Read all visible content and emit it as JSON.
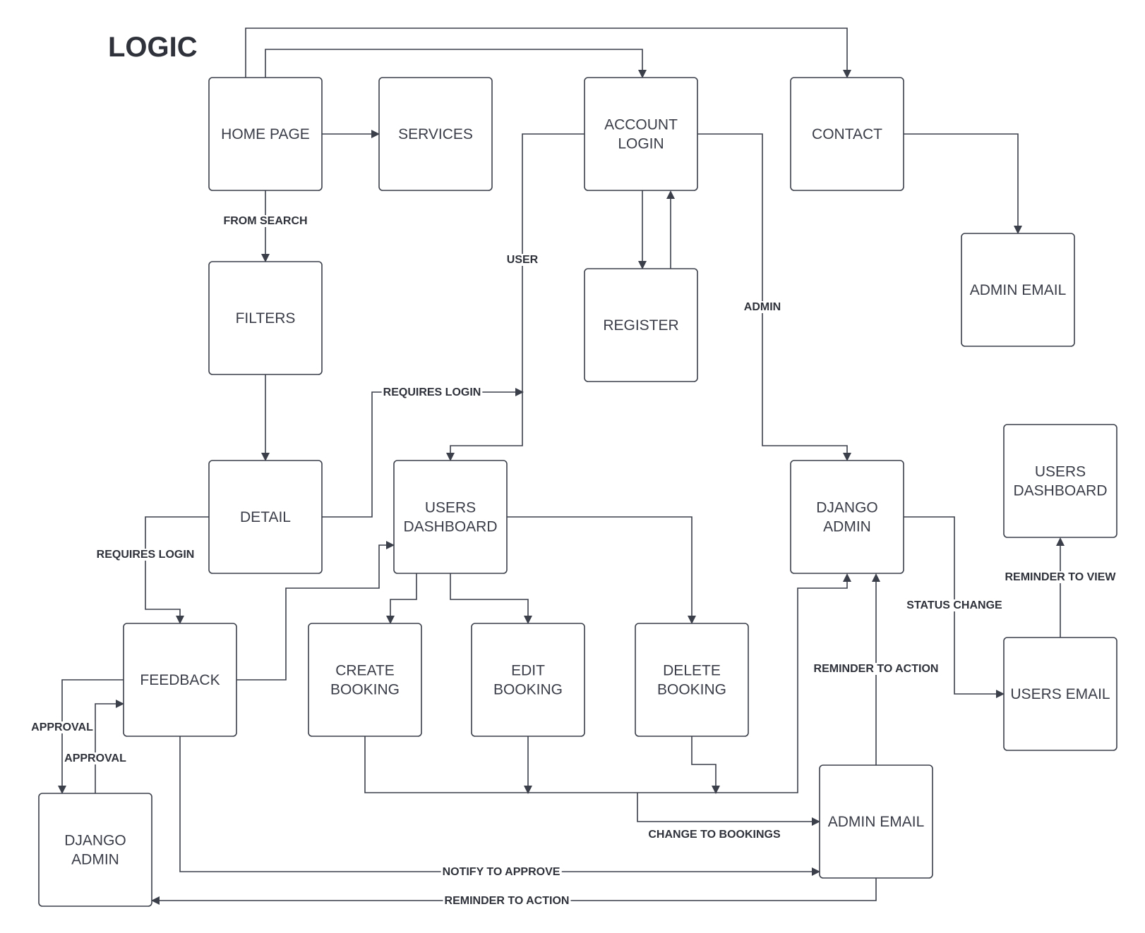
{
  "title": "LOGIC",
  "colors": {
    "stroke": "#3b3f4a",
    "text": "#3a3d47",
    "background": "#ffffff"
  },
  "nodes": {
    "home": [
      "HOME PAGE"
    ],
    "services": [
      "SERVICES"
    ],
    "account_login": [
      "ACCOUNT",
      "LOGIN"
    ],
    "contact": [
      "CONTACT"
    ],
    "admin_email_top": [
      "ADMIN EMAIL"
    ],
    "register": [
      "REGISTER"
    ],
    "filters": [
      "FILTERS"
    ],
    "detail": [
      "DETAIL"
    ],
    "users_dashboard": [
      "USERS",
      "DASHBOARD"
    ],
    "django_admin_right": [
      "DJANGO",
      "ADMIN"
    ],
    "users_dashboard_right": [
      "USERS",
      "DASHBOARD"
    ],
    "feedback": [
      "FEEDBACK"
    ],
    "create_booking": [
      "CREATE",
      "BOOKING"
    ],
    "edit_booking": [
      "EDIT",
      "BOOKING"
    ],
    "delete_booking": [
      "DELETE",
      "BOOKING"
    ],
    "users_email": [
      "USERS EMAIL"
    ],
    "admin_email_bottom": [
      "ADMIN EMAIL"
    ],
    "django_admin_left": [
      "DJANGO",
      "ADMIN"
    ]
  },
  "edge_labels": {
    "from_search": "FROM SEARCH",
    "user": "USER",
    "admin": "ADMIN",
    "requires_login_1": "REQUIRES LOGIN",
    "requires_login_2": "REQUIRES LOGIN",
    "reminder_to_view": "REMINDER TO VIEW",
    "status_change": "STATUS CHANGE",
    "reminder_to_action_1": "REMINDER TO ACTION",
    "approval_1": "APPROVAL",
    "approval_2": "APPROVAL",
    "change_to_bookings": "CHANGE TO BOOKINGS",
    "notify_to_approve": "NOTIFY TO APPROVE",
    "reminder_to_action_2": "REMINDER TO ACTION"
  }
}
